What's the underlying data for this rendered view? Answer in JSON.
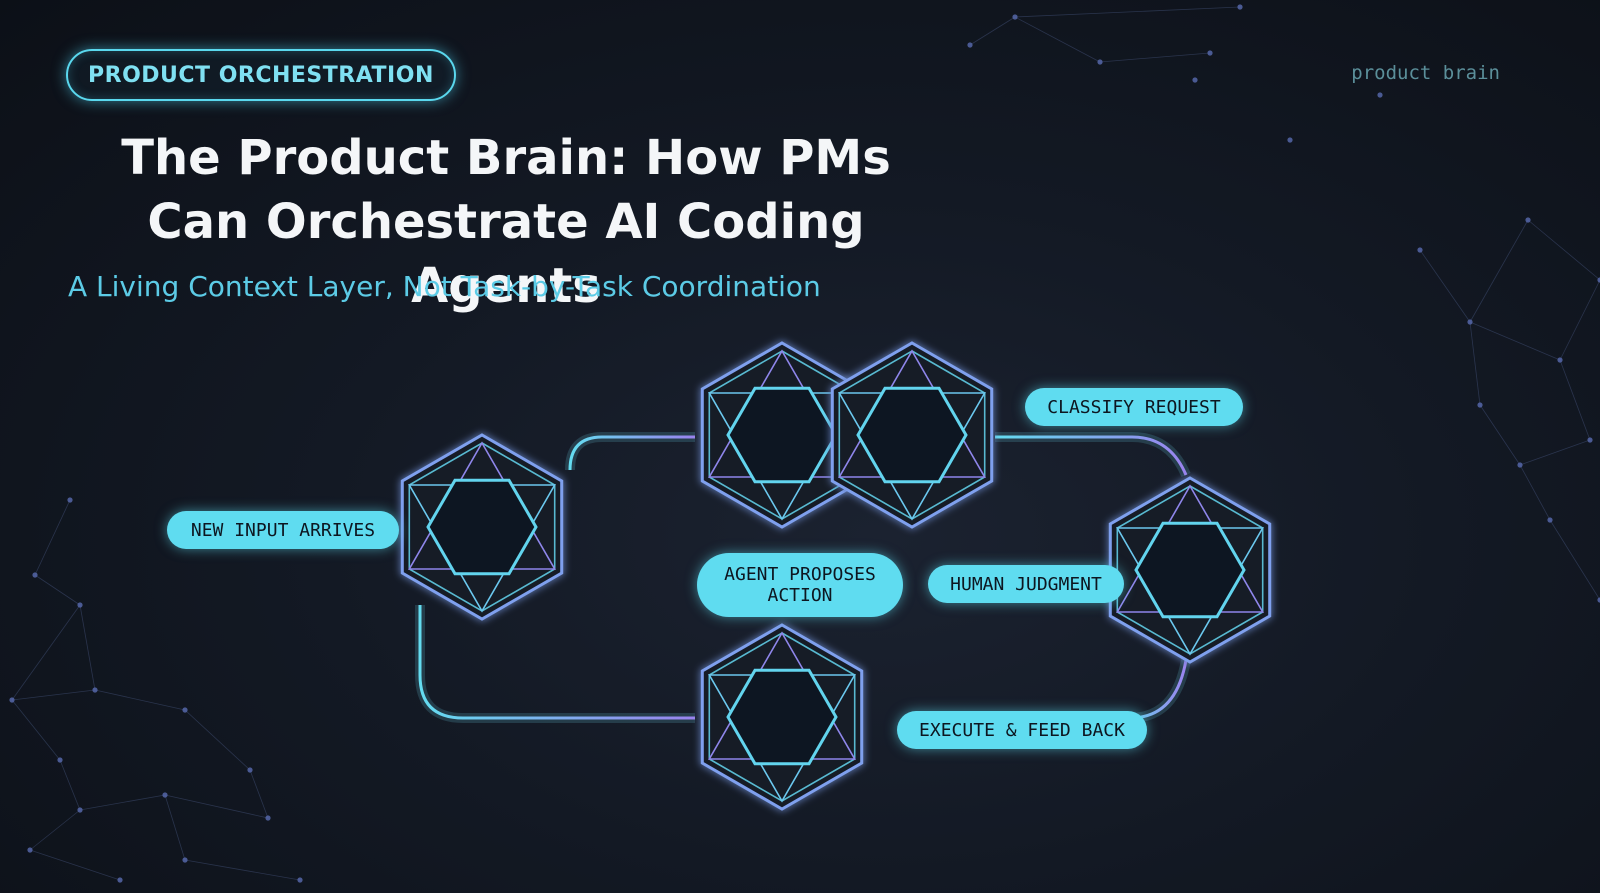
{
  "header": {
    "badge": "PRODUCT ORCHESTRATION",
    "brand": "product brain",
    "title": "The Product Brain: How PMs Can Orchestrate AI Coding Agents",
    "subtitle": "A Living Context Layer, Not Task-by-Task Coordination"
  },
  "steps": {
    "new_input": "NEW INPUT ARRIVES",
    "classify": "CLASSIFY REQUEST",
    "agent_line1": "AGENT PROPOSES",
    "agent_line2": "ACTION",
    "human": "HUMAN JUDGMENT",
    "execute": "EXECUTE & FEED BACK"
  },
  "colors": {
    "cyan": "#5fdcf0",
    "violet": "#8a7ae8",
    "background": "#131924"
  }
}
